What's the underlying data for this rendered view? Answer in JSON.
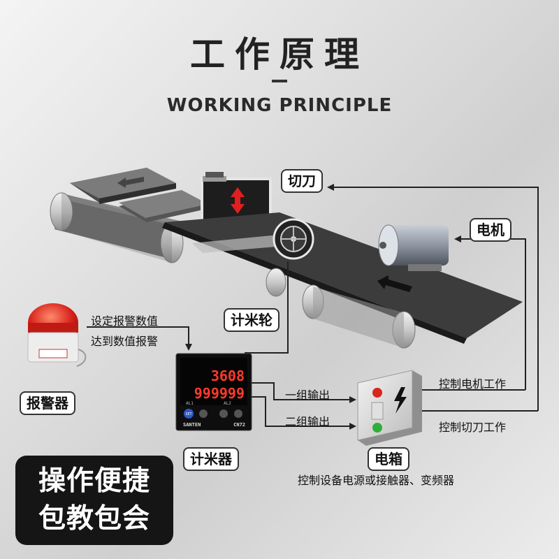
{
  "header": {
    "title_cn": "工作原理",
    "title_en": "WORKING PRINCIPLE"
  },
  "labels": {
    "cutter": "切刀",
    "motor": "电机",
    "meter_wheel": "计米轮",
    "alarm": "报警器",
    "counter": "计米器",
    "control_box": "电箱"
  },
  "annotations": {
    "set_alarm": "设定报警数值",
    "reach_alarm": "达到数值报警",
    "output_group1": "一组输出",
    "output_group2": "二组输出",
    "control_motor": "控制电机工作",
    "control_cutter": "控制切刀工作",
    "box_desc": "控制设备电源或接触器、变频器"
  },
  "counter_display": {
    "line1": "3608",
    "line2": "999999",
    "brand": "SANTEN",
    "model": "CN72",
    "al1": "AL1",
    "al2": "AL2",
    "set_key": "SET"
  },
  "promo": {
    "line1": "操作便捷",
    "line2": "包教包会"
  },
  "colors": {
    "alarm_red": "#d8221c",
    "display_red": "#ff3a2a",
    "box_green": "#2fae3a",
    "box_red": "#d9261c",
    "arrow_red": "#e02020"
  }
}
